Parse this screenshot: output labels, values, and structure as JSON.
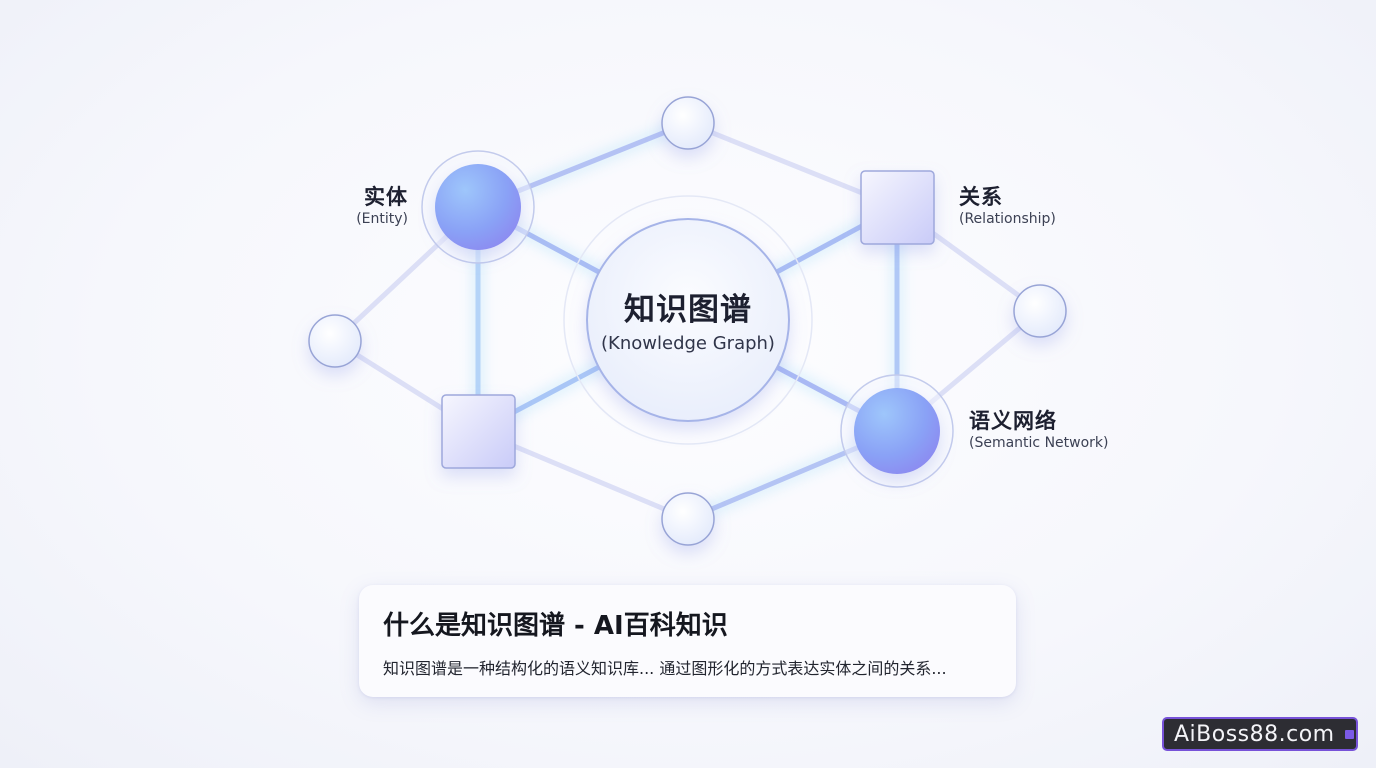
{
  "diagram": {
    "center": {
      "zh": "知识图谱",
      "en": "(Knowledge Graph)"
    },
    "nodes": {
      "entity": {
        "zh": "实体",
        "en": "(Entity)"
      },
      "relationship": {
        "zh": "关系",
        "en": "(Relationship)"
      },
      "semantic_network": {
        "zh": "语义网络",
        "en": "(Semantic Network)"
      }
    },
    "colors": {
      "accent_blue": "#8aa8f8",
      "accent_purple": "#a59af5",
      "edge": "#c7cdf2",
      "edge_glow": "#9fdcf7",
      "node_stroke": "#a0aad8"
    }
  },
  "card": {
    "title": "什么是知识图谱 - AI百科知识",
    "description": "知识图谱是一种结构化的语义知识库... 通过图形化的方式表达实体之间的关系..."
  },
  "watermark": {
    "text": "AiBoss88.com"
  }
}
